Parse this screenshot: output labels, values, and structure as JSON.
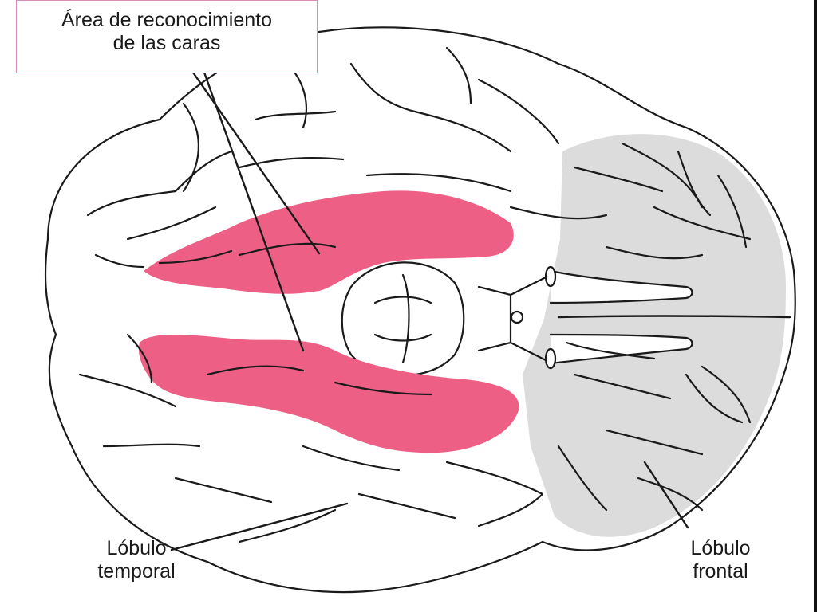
{
  "labels": {
    "face_area": [
      "Área de reconocimiento",
      "de las caras"
    ],
    "temporal_lobe": [
      "Lóbulo",
      "temporal"
    ],
    "frontal_lobe": [
      "Lóbulo",
      "frontal"
    ]
  },
  "colors": {
    "highlight": "#ee5f86",
    "frontal_shade": "#d9d9d9",
    "outline": "#1a1a1a",
    "label_border": "#d58fb6"
  }
}
